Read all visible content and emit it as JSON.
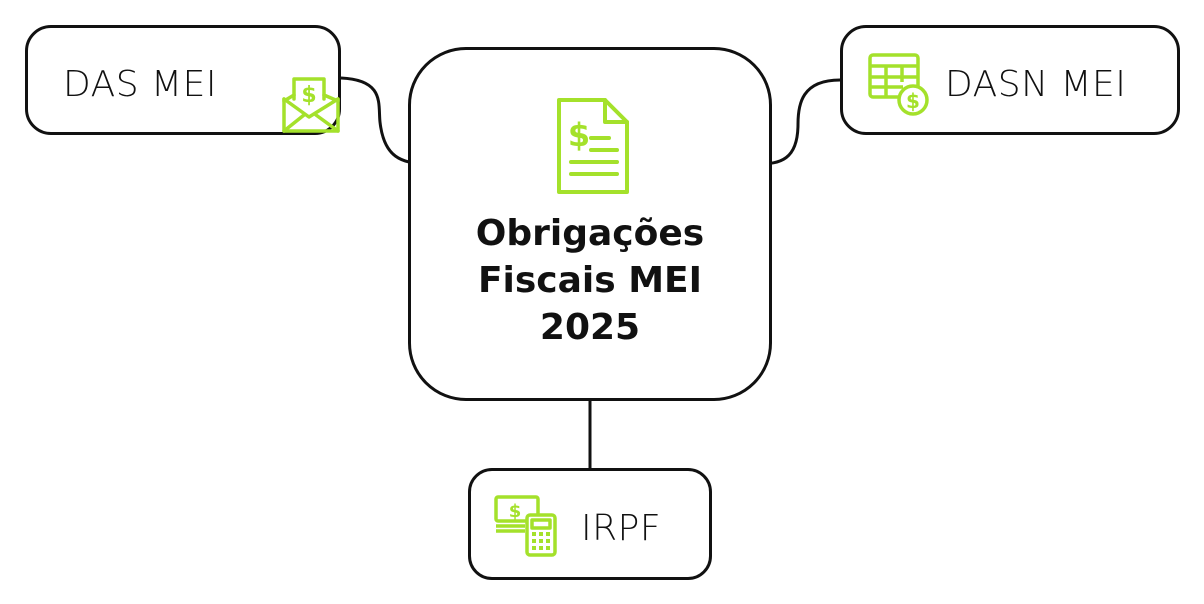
{
  "center": {
    "title_lines": [
      "Obrigações",
      "Fiscais MEI",
      "2025"
    ],
    "icon": "invoice-dollar-icon"
  },
  "nodes": {
    "das": {
      "label": "DAS MEI",
      "icon": "envelope-dollar-icon"
    },
    "dasn": {
      "label": "DASN MEI",
      "icon": "spreadsheet-dollar-icon"
    },
    "irpf": {
      "label": "IRPF",
      "icon": "cash-calculator-icon"
    }
  },
  "colors": {
    "accent": "#a4e12b",
    "line": "#111111",
    "background": "#ffffff"
  }
}
